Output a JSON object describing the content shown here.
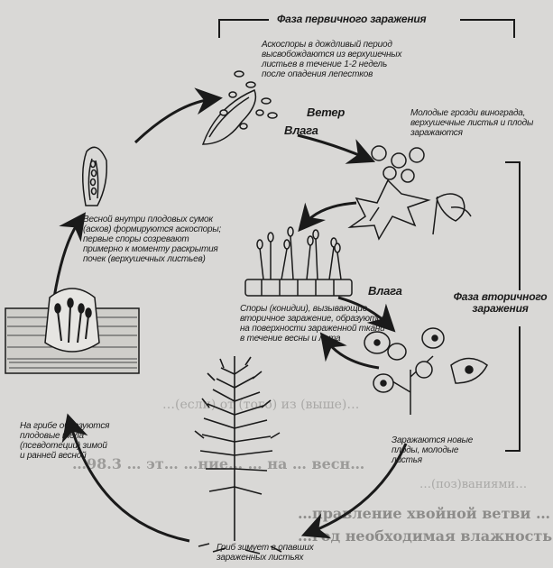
{
  "labels": {
    "primary_phase": "Фаза первичного заражения",
    "ascospores_released": "Аскоспоры в дождливый период\nвысвобождаются из верхушечных\nлистьев в течение 1-2 недель\nпосле опадения лепестков",
    "wind": "Ветер",
    "moisture": "Влага",
    "young_grapes": "Молодые грозди винограда,\nверхушечные листья и плоды\nзаражаются",
    "spring_ascospores": "Весной внутри плодовых сумок\n(асков) формируются аскоспоры;\nпервые споры созревают\nпримерно к моменту раскрытия\nпочек (верхушечных листьев)",
    "secondary_phase": "Фаза вторичного\nзаражения",
    "conidia": "Споры (конидии), вызывающие\nвторичное заражение, образуются\nна поверхности зараженной ткани\nв течение весны и лета",
    "new_fruits": "Заражаются новые\nплоды, молодые\nлистья",
    "fruiting_bodies": "На грибе образуются\nплодовые тела\n(псевдотеции) зимой\nи ранней весной",
    "overwintering": "Гриб зимует в опавших\nзараженных листьях"
  },
  "background": {
    "line1": "…(если) от (того) из (выше)…",
    "line2": "…98.3 … эт… …ние… … на … весн…",
    "line3": "…(поз)ваниями…",
    "line4": "…правление хвойной ветви … влажности, для",
    "line5": "…год необходимая влажность должна составлять"
  }
}
